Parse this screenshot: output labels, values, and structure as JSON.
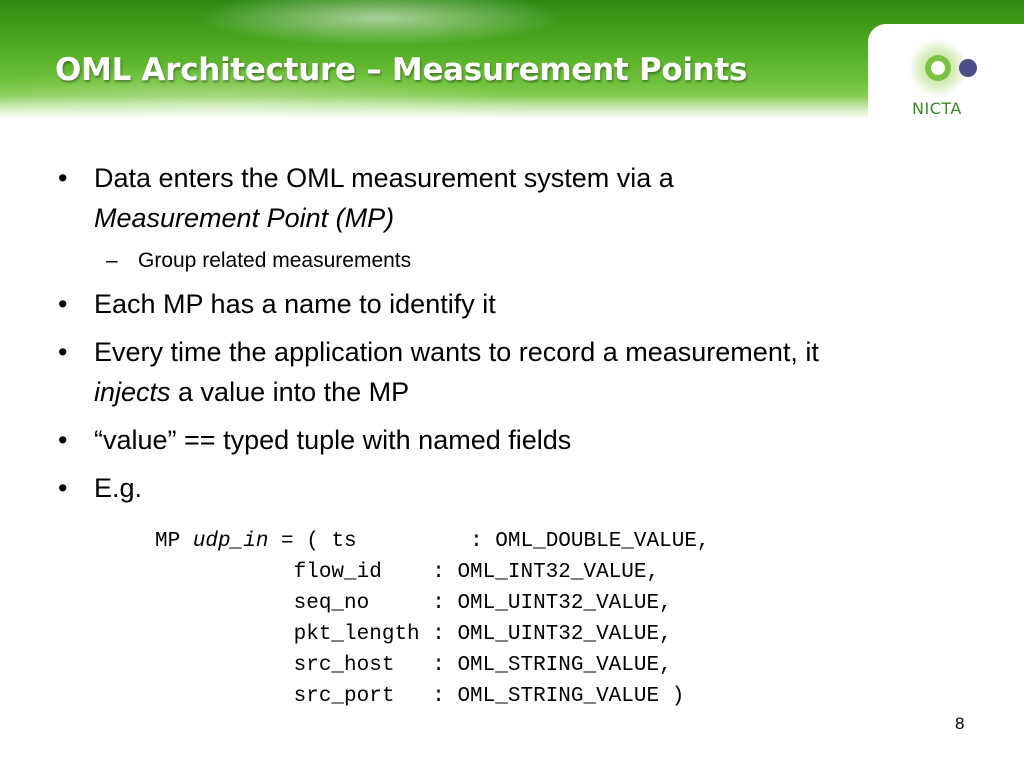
{
  "slide": {
    "title": "OML Architecture – Measurement Points",
    "logo_text": "NICTA",
    "page_number": "8"
  },
  "bullets": {
    "b1_text": "Data enters the OML measurement system via a",
    "b1_italic": "Measurement Point (MP)",
    "b1_sub": "Group related measurements",
    "b2_text": "Each MP has a name to identify it",
    "b3_text": "Every time the application wants to record a measurement, it",
    "b3_italic": "injects",
    "b3_rest": " a value into the MP",
    "b4_text": "“value” == typed tuple with named fields",
    "b5_text": "E.g."
  },
  "code": {
    "prefix": "MP ",
    "name": "udp_in",
    "open": " = ( ",
    "rows": [
      {
        "field": "ts         ",
        "type": ": OML_DOUBLE_VALUE,"
      },
      {
        "field": "flow_id    ",
        "type": ": OML_INT32_VALUE,"
      },
      {
        "field": "seq_no     ",
        "type": ": OML_UINT32_VALUE,"
      },
      {
        "field": "pkt_length ",
        "type": ": OML_UINT32_VALUE,"
      },
      {
        "field": "src_host   ",
        "type": ": OML_STRING_VALUE,"
      },
      {
        "field": "src_port   ",
        "type": ": OML_STRING_VALUE )"
      }
    ]
  },
  "colors": {
    "banner_green": "#4aa81f",
    "logo_green": "#7cc242",
    "logo_purple": "#4b4f8c",
    "logo_text": "#3a8a28"
  }
}
